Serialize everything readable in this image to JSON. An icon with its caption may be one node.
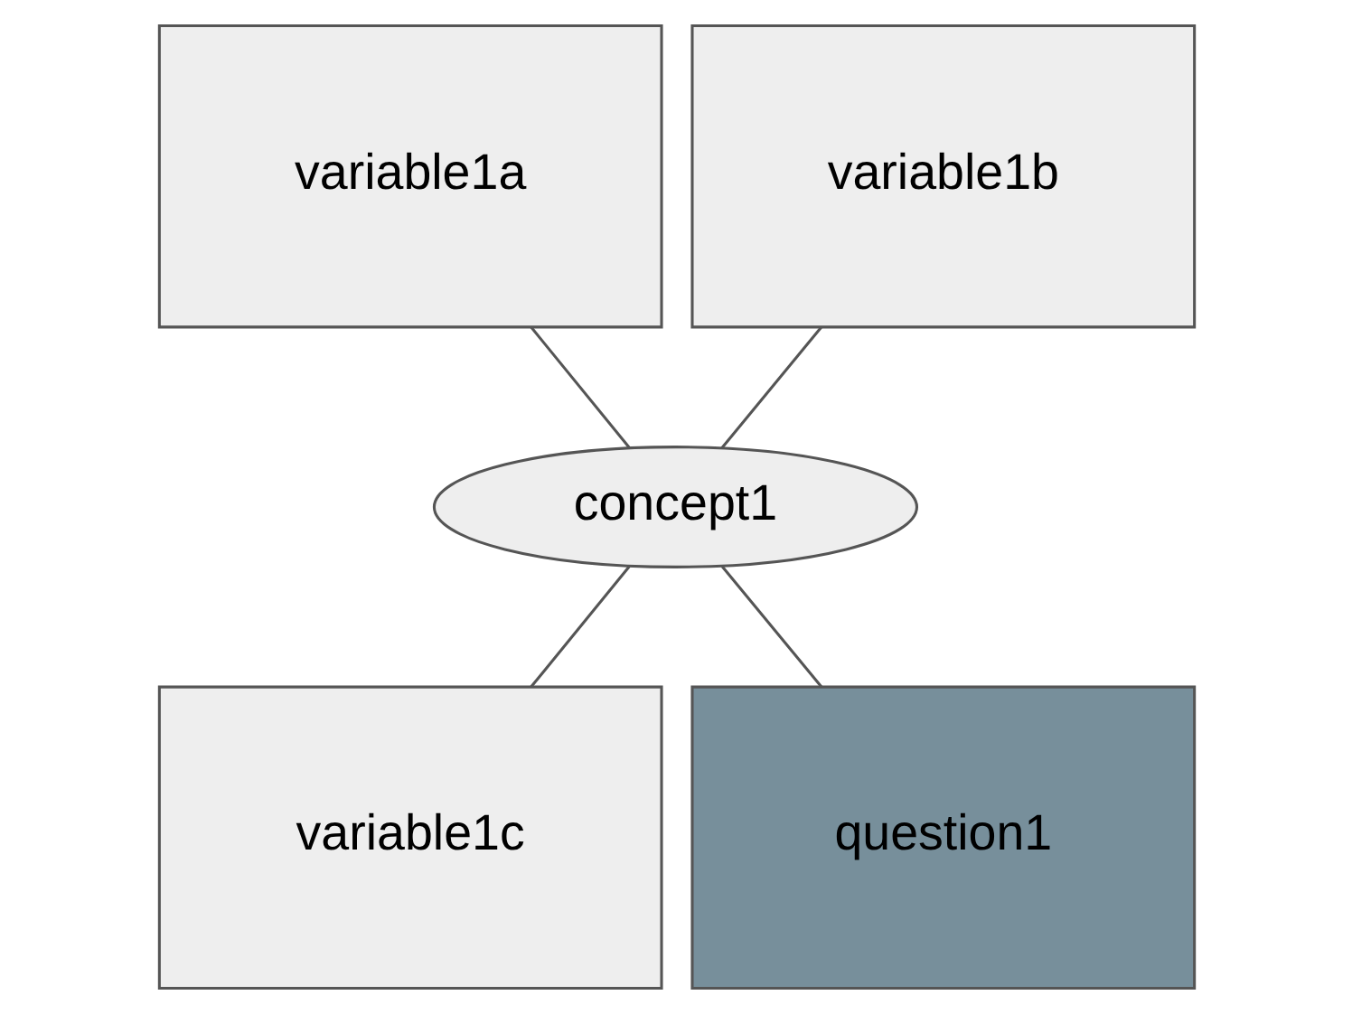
{
  "diagram": {
    "nodes": [
      {
        "text": [
          "variable1a"
        ]
      },
      {
        "text": [
          "variable1b"
        ]
      },
      {
        "text": [
          "concept1"
        ]
      },
      {
        "text": [
          "variable1c"
        ]
      },
      {
        "text": [
          "question1"
        ]
      }
    ],
    "edges": [
      {
        "from": 0,
        "to": 2,
        "arrow": "none"
      },
      {
        "from": 1,
        "to": 2,
        "arrow": "none"
      },
      {
        "from": 2,
        "to": 3,
        "arrow": "none"
      },
      {
        "from": 2,
        "to": 4,
        "arrow": "none"
      }
    ]
  }
}
